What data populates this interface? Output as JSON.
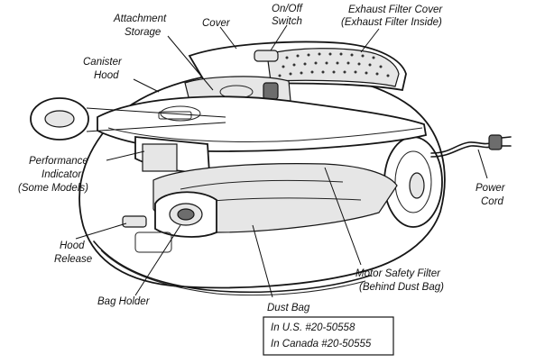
{
  "labels": {
    "attachment_storage_1": "Attachment",
    "attachment_storage_2": "Storage",
    "cover": "Cover",
    "on_off_1": "On/Off",
    "on_off_2": "Switch",
    "exhaust_filter_cover_1": "Exhaust Filter Cover",
    "exhaust_filter_cover_2": "(Exhaust Filter Inside)",
    "canister_hood_1": "Canister",
    "canister_hood_2": "Hood",
    "performance_indicator_1": "Performance",
    "performance_indicator_2": "Indicator",
    "performance_indicator_3": "(Some Models)",
    "hood_release_1": "Hood",
    "hood_release_2": "Release",
    "bag_holder": "Bag Holder",
    "power_cord_1": "Power",
    "power_cord_2": "Cord",
    "motor_safety_filter_1": "Motor Safety Filter",
    "motor_safety_filter_2": "(Behind Dust Bag)",
    "dust_bag": "Dust Bag"
  },
  "part_numbers": {
    "us": "In U.S. #20-50558",
    "canada": "In Canada #20-50555"
  },
  "colors": {
    "line": "#161616",
    "fill": "#ffffff",
    "shade": "#e6e6e6"
  }
}
